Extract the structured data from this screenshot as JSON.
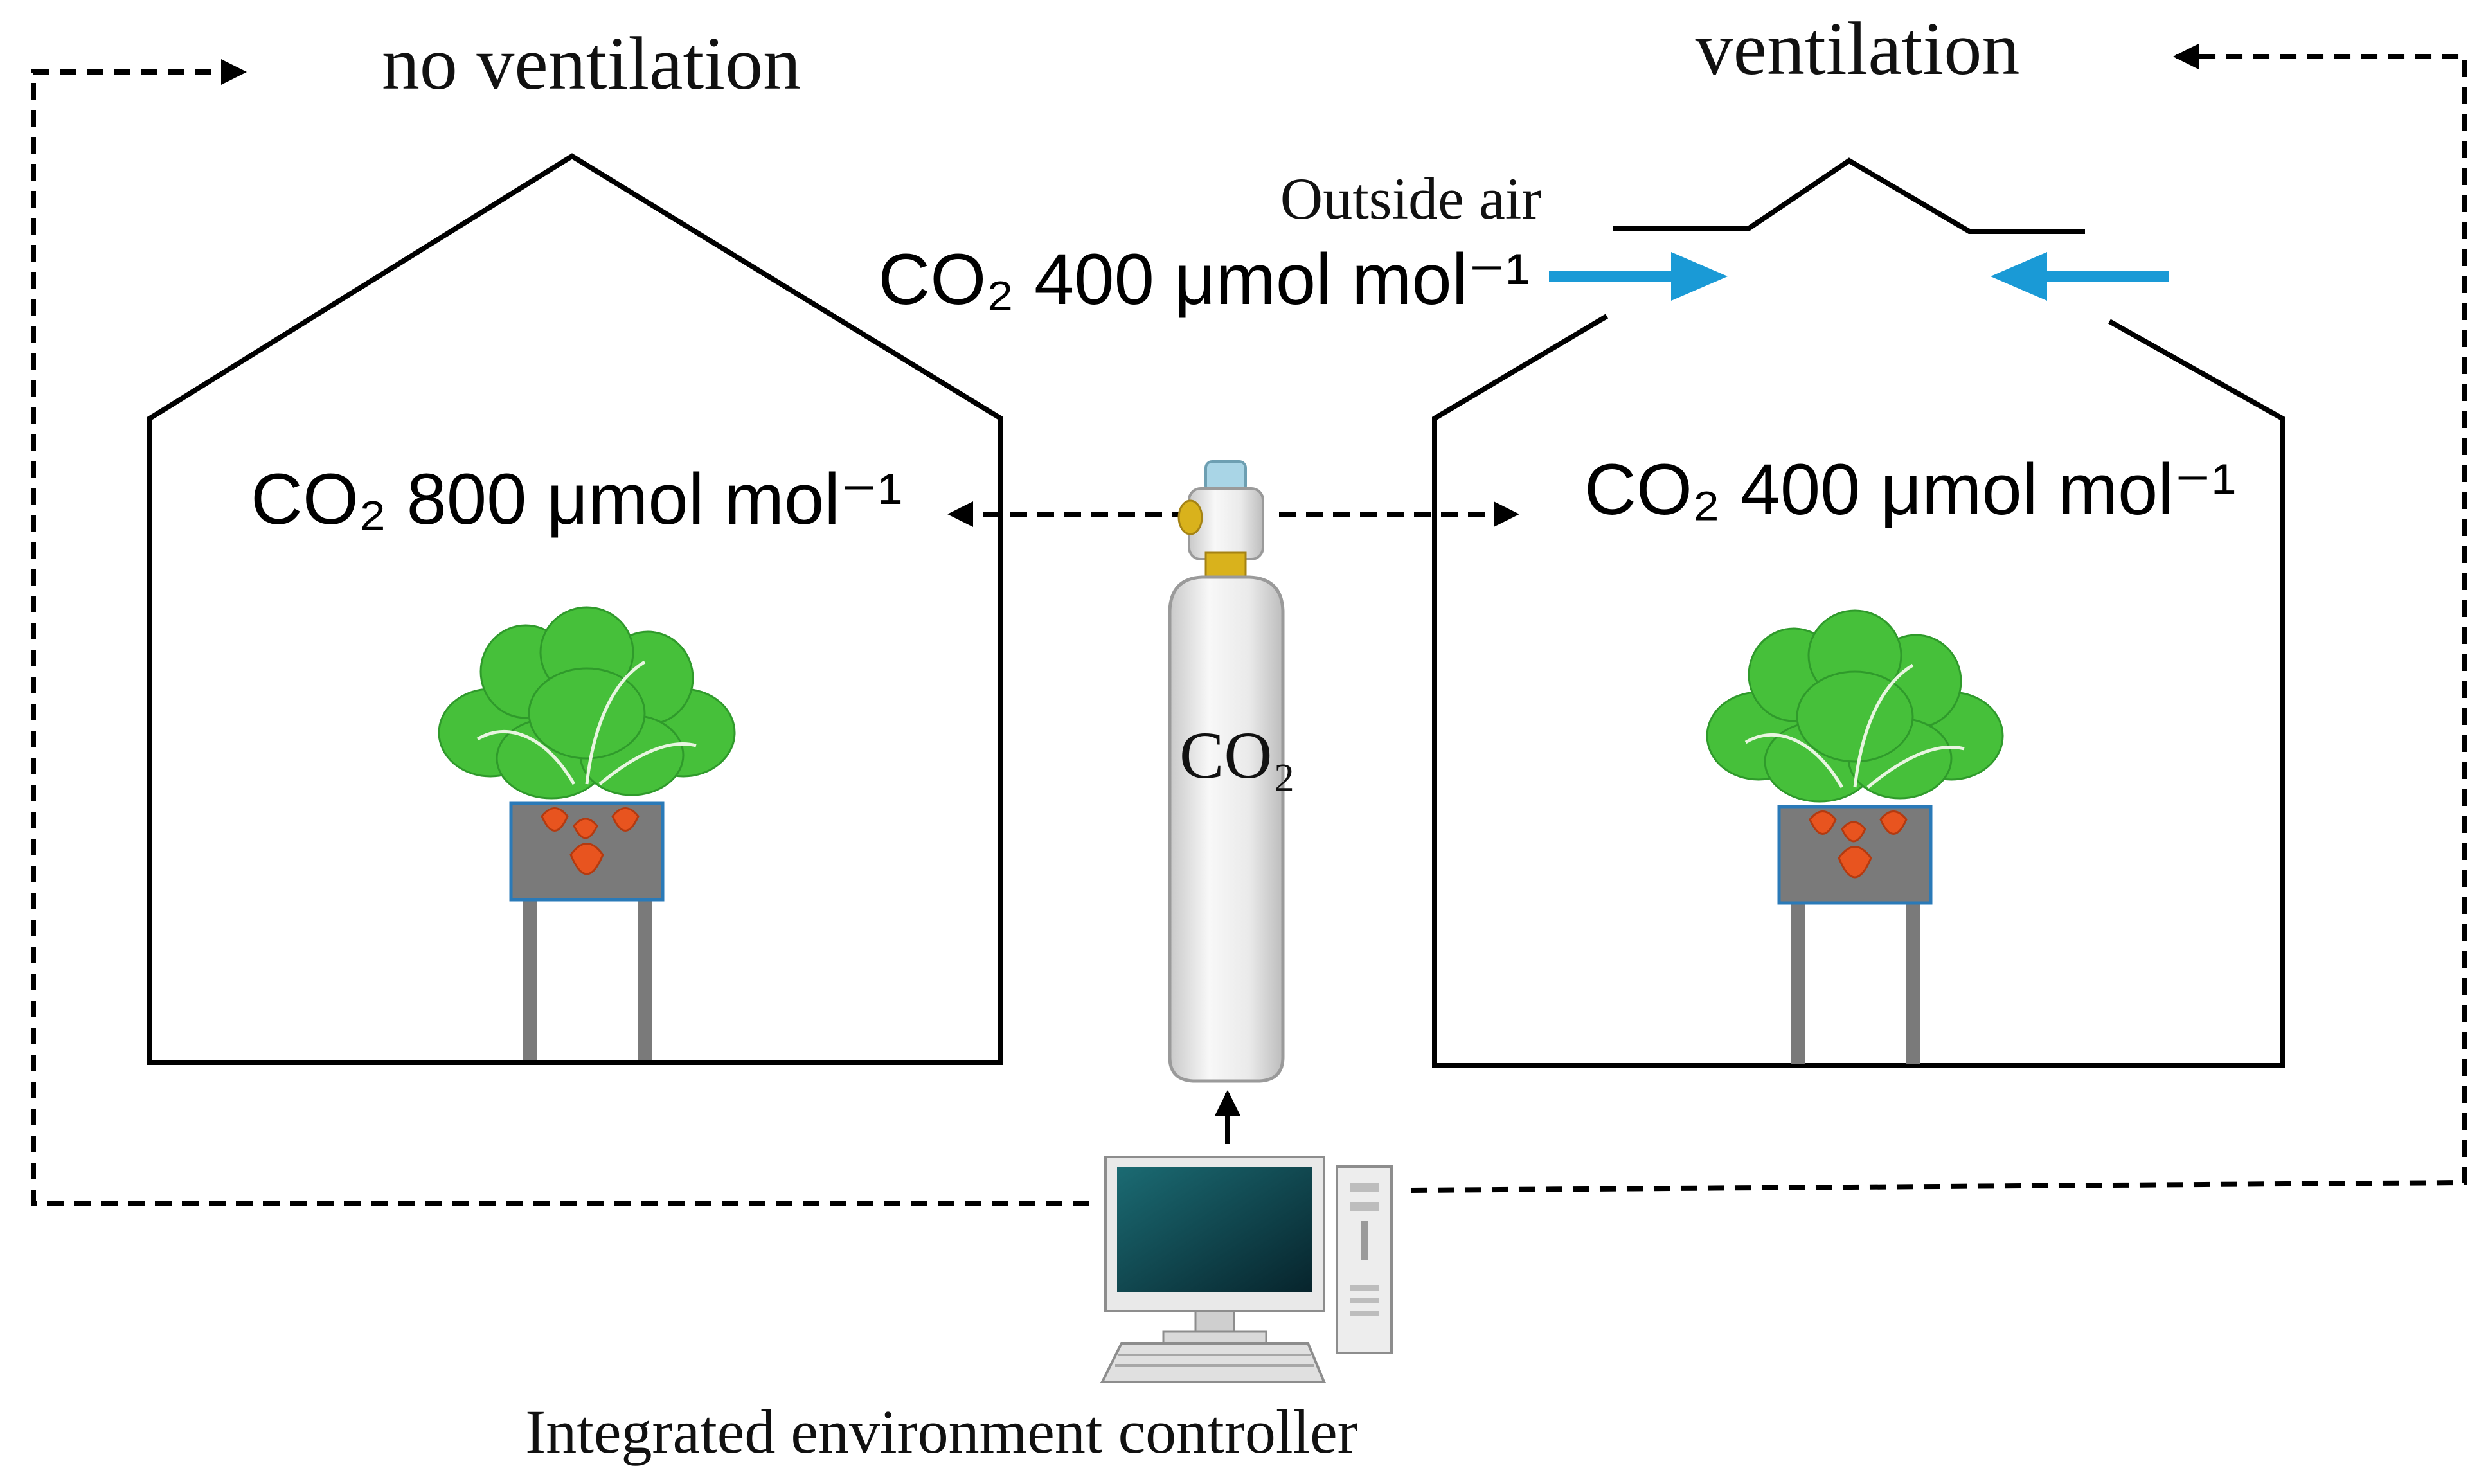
{
  "labels": {
    "left_house_title": "no ventilation",
    "right_house_title": "ventilation",
    "outside_air": "Outside air",
    "outside_co2": "CO₂ 400 μmol mol⁻¹",
    "left_co2": "CO₂ 800 μmol mol⁻¹",
    "right_co2": "CO₂ 400 μmol mol⁻¹",
    "cylinder_label": "CO₂",
    "controller_label": "Integrated environment controller"
  },
  "colors": {
    "airflow_arrow": "#1a9ad6",
    "leaf": "#46c03a",
    "strawberry": "#e8541f",
    "pot": "#7a7a7a",
    "pot_edge": "#2a7ab8",
    "cylinder": "#eeeeee",
    "valve": "#d9b21c",
    "screen": "#0f4a56"
  },
  "icons": {
    "plant_left": "strawberry-plant-icon",
    "plant_right": "strawberry-plant-icon",
    "cylinder": "gas-cylinder-icon",
    "computer": "desktop-computer-icon"
  }
}
